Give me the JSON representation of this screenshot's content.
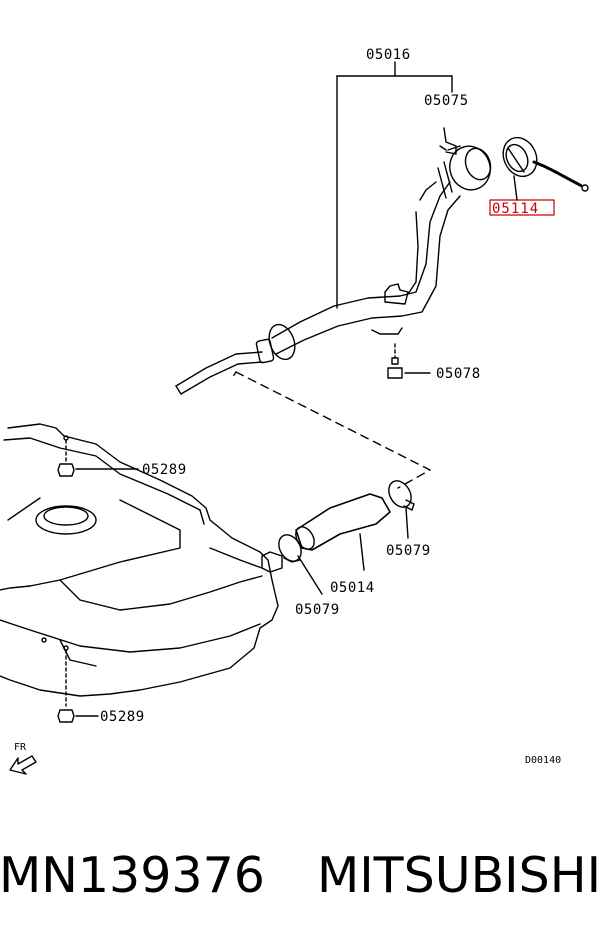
{
  "diagram": {
    "callouts": {
      "assembly": "05016",
      "clamp_top": "05075",
      "cap": "05114",
      "bolt_mid": "05078",
      "nut_upper": "05289",
      "nut_lower": "05289",
      "clamp_right": "05079",
      "hose": "05014",
      "clamp_left": "05079"
    },
    "direction_label": "FR",
    "figure_code": "D00140",
    "highlight_color": "#cc0000"
  },
  "footer": {
    "part_number": "MN139376",
    "brand": "MITSUBISHI"
  }
}
